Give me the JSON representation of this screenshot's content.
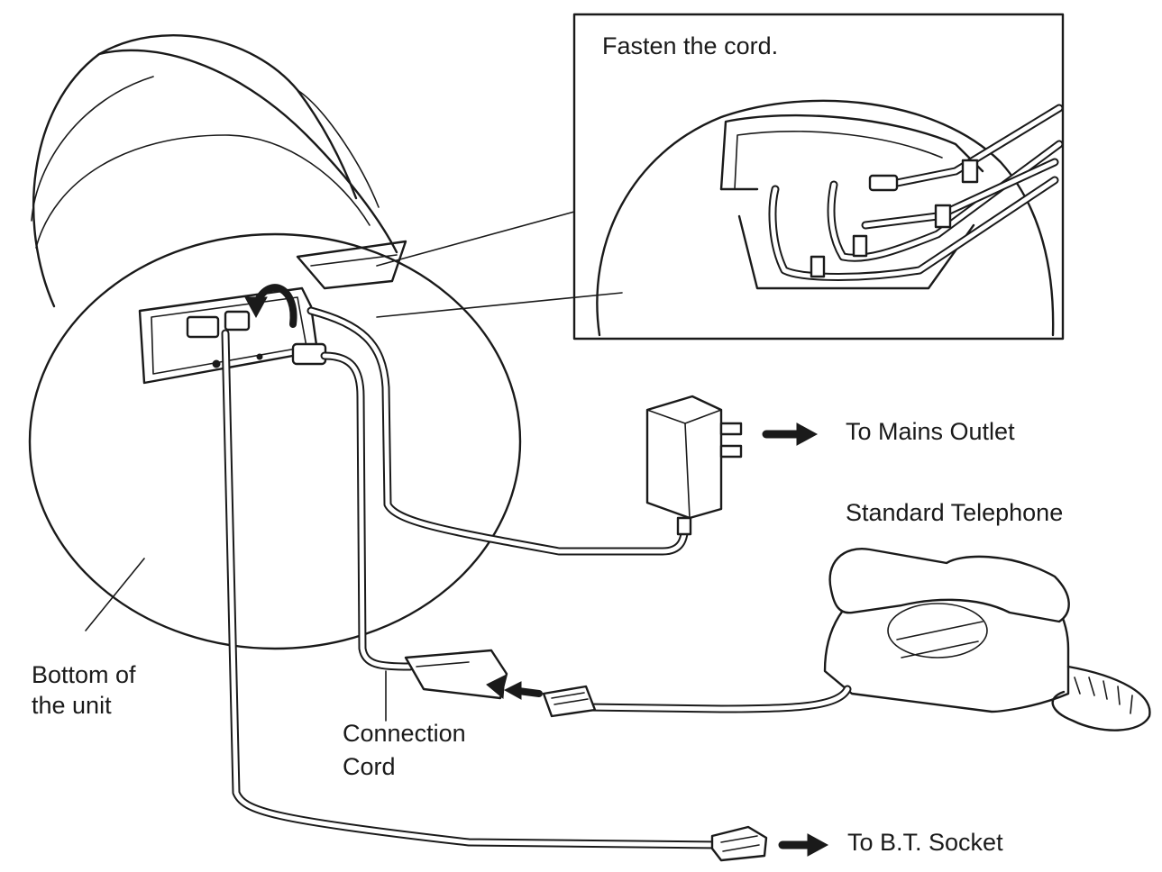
{
  "labels": {
    "inset_caption": "Fasten the cord.",
    "mains_outlet": "To Mains Outlet",
    "standard_telephone": "Standard Telephone",
    "bottom_of_unit_line1": "Bottom of",
    "bottom_of_unit_line2": "the unit",
    "connection_cord_line1": "Connection",
    "connection_cord_line2": "Cord",
    "bt_socket": "To B.T. Socket"
  }
}
